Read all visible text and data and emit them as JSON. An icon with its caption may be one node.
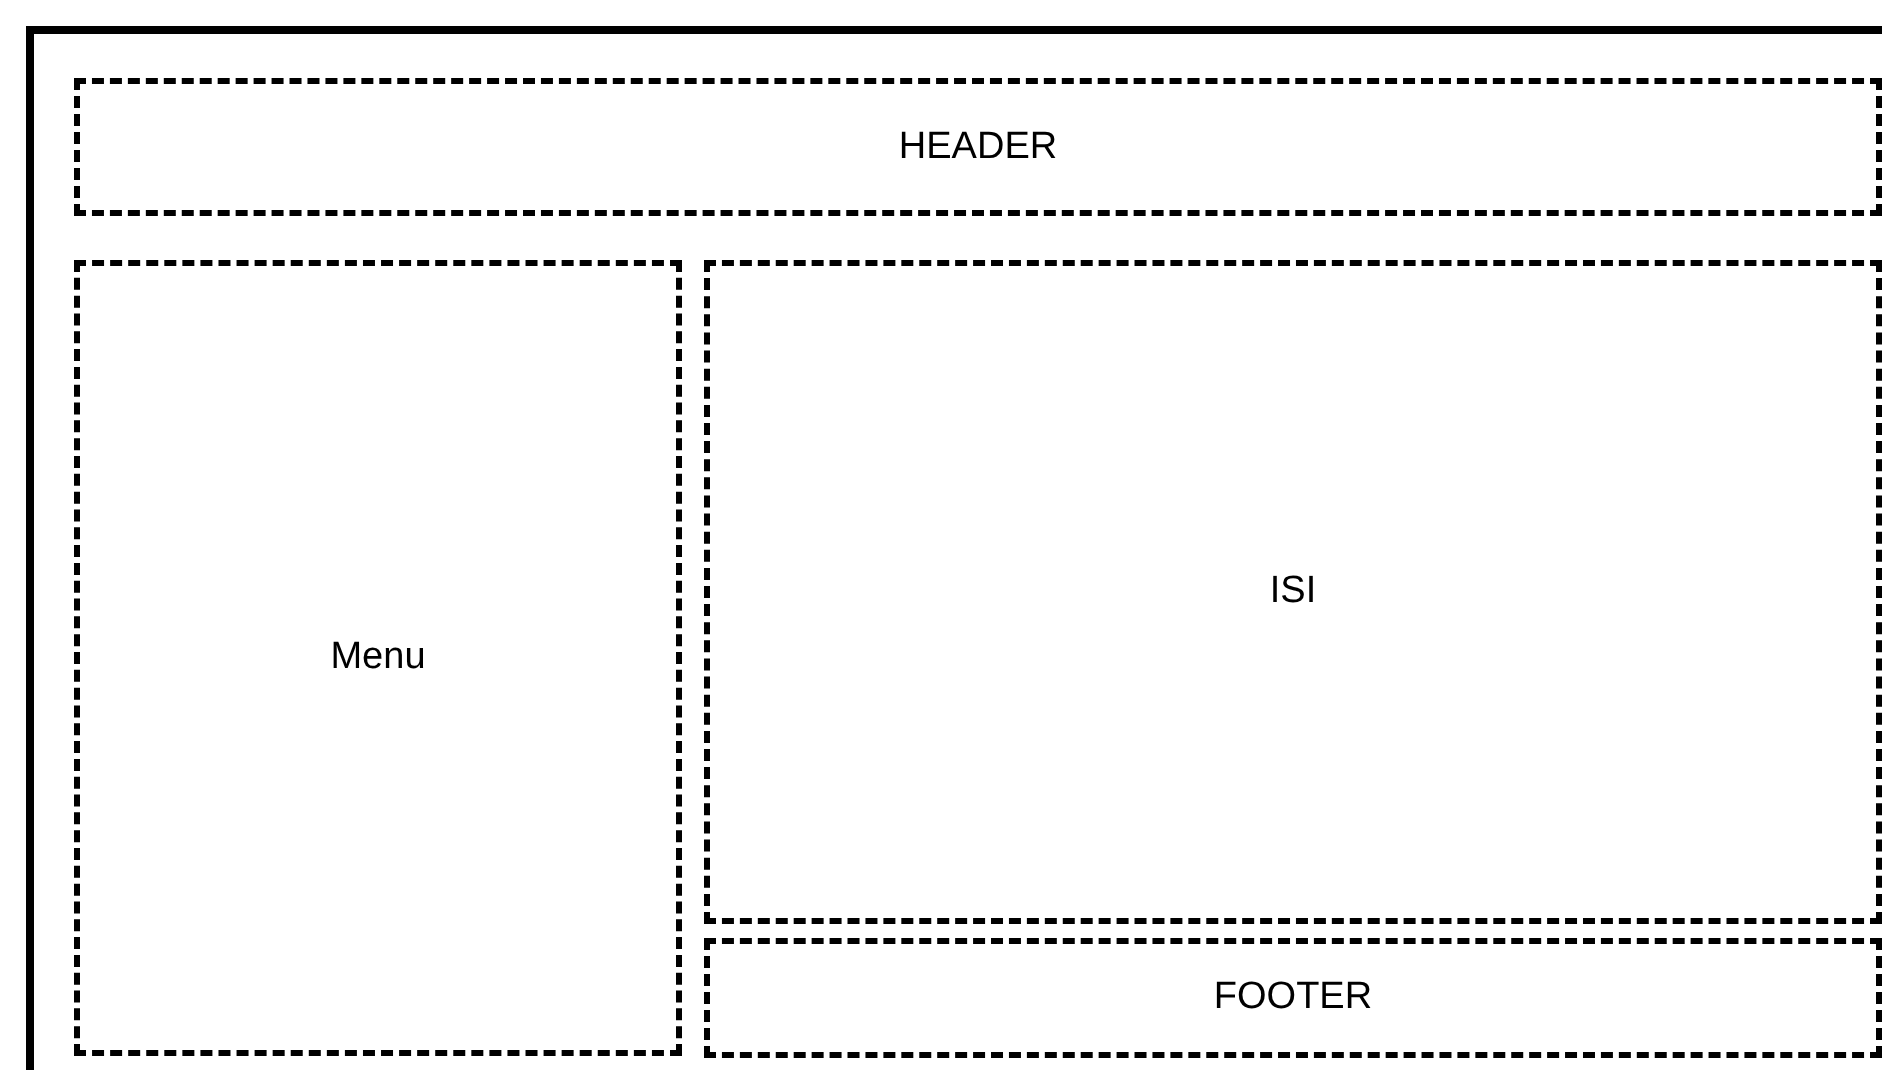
{
  "diagram": {
    "nodes": [
      {
        "text": [],
        "shape": "box"
      },
      {
        "text": [
          "HEADER"
        ],
        "in": 0
      },
      {
        "text": [
          "Menu"
        ],
        "in": 0
      },
      {
        "text": [
          "ISI"
        ],
        "in": 0
      },
      {
        "text": [
          "FOOTER"
        ],
        "in": 0
      }
    ]
  }
}
